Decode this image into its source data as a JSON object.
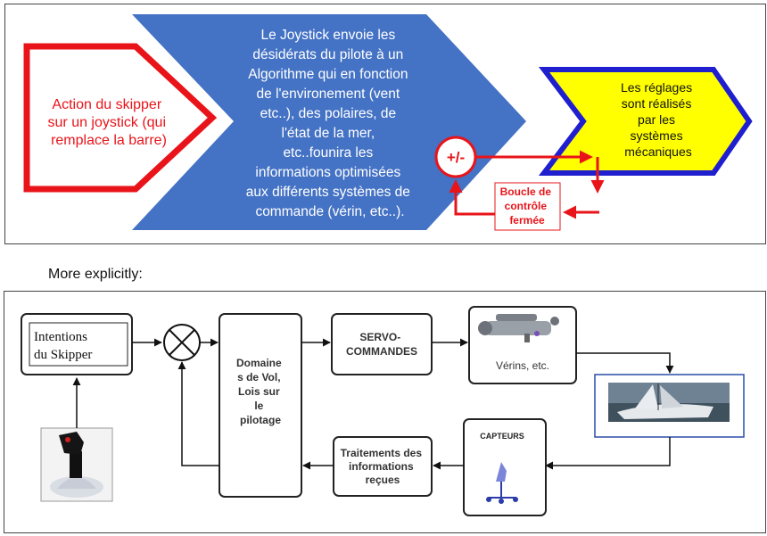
{
  "top": {
    "skipper_lines": [
      "Action du skipper",
      "sur un joystick (qui",
      "remplace la barre)"
    ],
    "algo_lines": [
      "Le Joystick envoie les",
      "désidérats du pilote à un",
      "Algorithme qui en fonction",
      "de l'environement (vent",
      "etc..), des polaires, de",
      "l'état de la mer,",
      "etc..founira les",
      "informations optimisées",
      "aux différents systèmes de",
      "commande (vérin, etc..)."
    ],
    "reglages_lines": [
      "Les réglages",
      "sont réalisés",
      "par les",
      "systèmes",
      "mécaniques"
    ],
    "plus_minus": "+/-",
    "boucle_lines": [
      "Boucle de",
      "contrôle",
      "fermée"
    ],
    "colors": {
      "red": "#e8141a",
      "blue": "#4472c4",
      "yellow": "#ffff00",
      "navy": "#1f1fd0"
    }
  },
  "caption": "More explicitly:",
  "bottom": {
    "intentions_lines": [
      "Intentions",
      "du Skipper"
    ],
    "domaines_lines": [
      "Domaine",
      "s de Vol,",
      "Lois sur",
      "le",
      "pilotage"
    ],
    "servo_lines": [
      "SERVO-",
      "COMMANDES"
    ],
    "verins": "Vérins, etc.",
    "capteurs": "CAPTEURS",
    "traitements_lines": [
      "Traitements des",
      "informations",
      "reçues"
    ],
    "icons": [
      "joystick-photo",
      "hydraulic-actuator-photo",
      "sailboat-photo",
      "wind-sensor-photo",
      "summing-junction-icon"
    ]
  }
}
